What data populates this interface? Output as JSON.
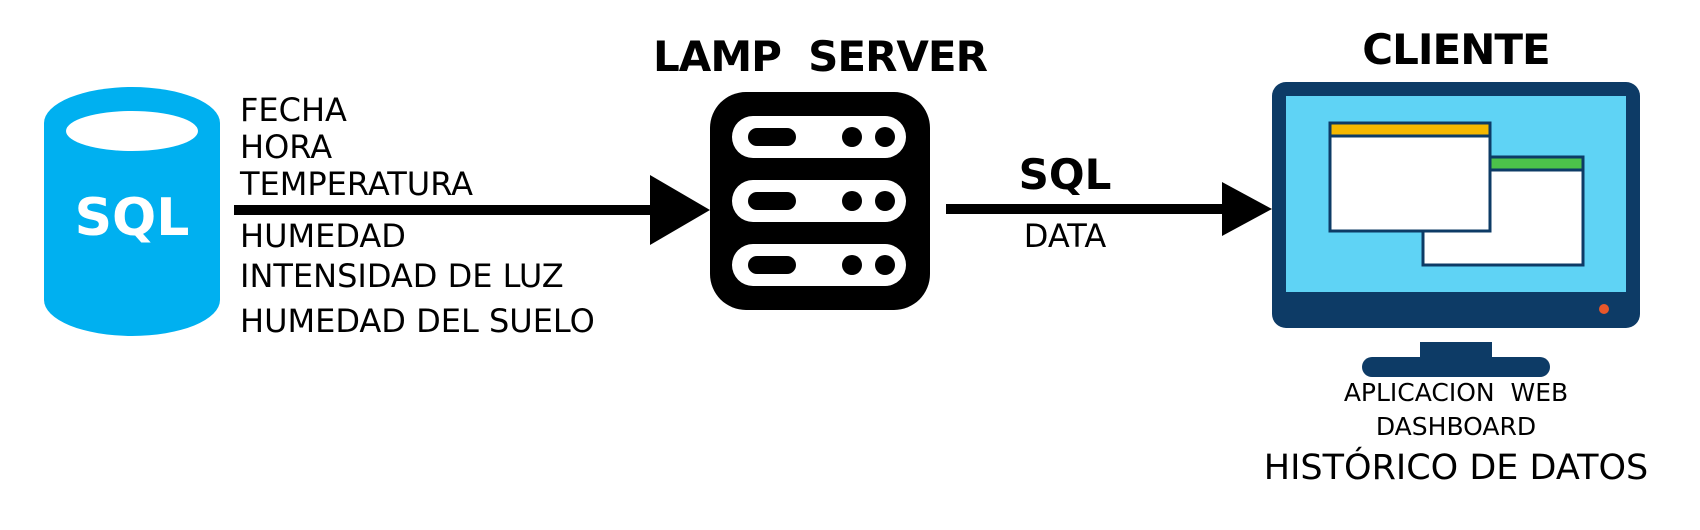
{
  "database": {
    "label": "SQL",
    "color": "#00B0F0",
    "fields": [
      "FECHA",
      "HORA",
      "TEMPERATURA",
      "HUMEDAD",
      "INTENSIDAD DE LUZ",
      "HUMEDAD DEL SUELO"
    ]
  },
  "server": {
    "title": "LAMP  SERVER"
  },
  "transfer": {
    "label_top": "SQL",
    "label_bottom": "DATA"
  },
  "client": {
    "title": "CLIENTE",
    "lines": [
      "APLICACION  WEB",
      "DASHBOARD"
    ],
    "subtitle": "HISTÓRICO DE DATOS",
    "monitor_frame_color": "#0D3B66",
    "screen_color": "#5FD3F5",
    "window1_bar_color": "#F5B800",
    "window2_bar_color": "#4CC24A",
    "power_led_color": "#E8572A"
  }
}
